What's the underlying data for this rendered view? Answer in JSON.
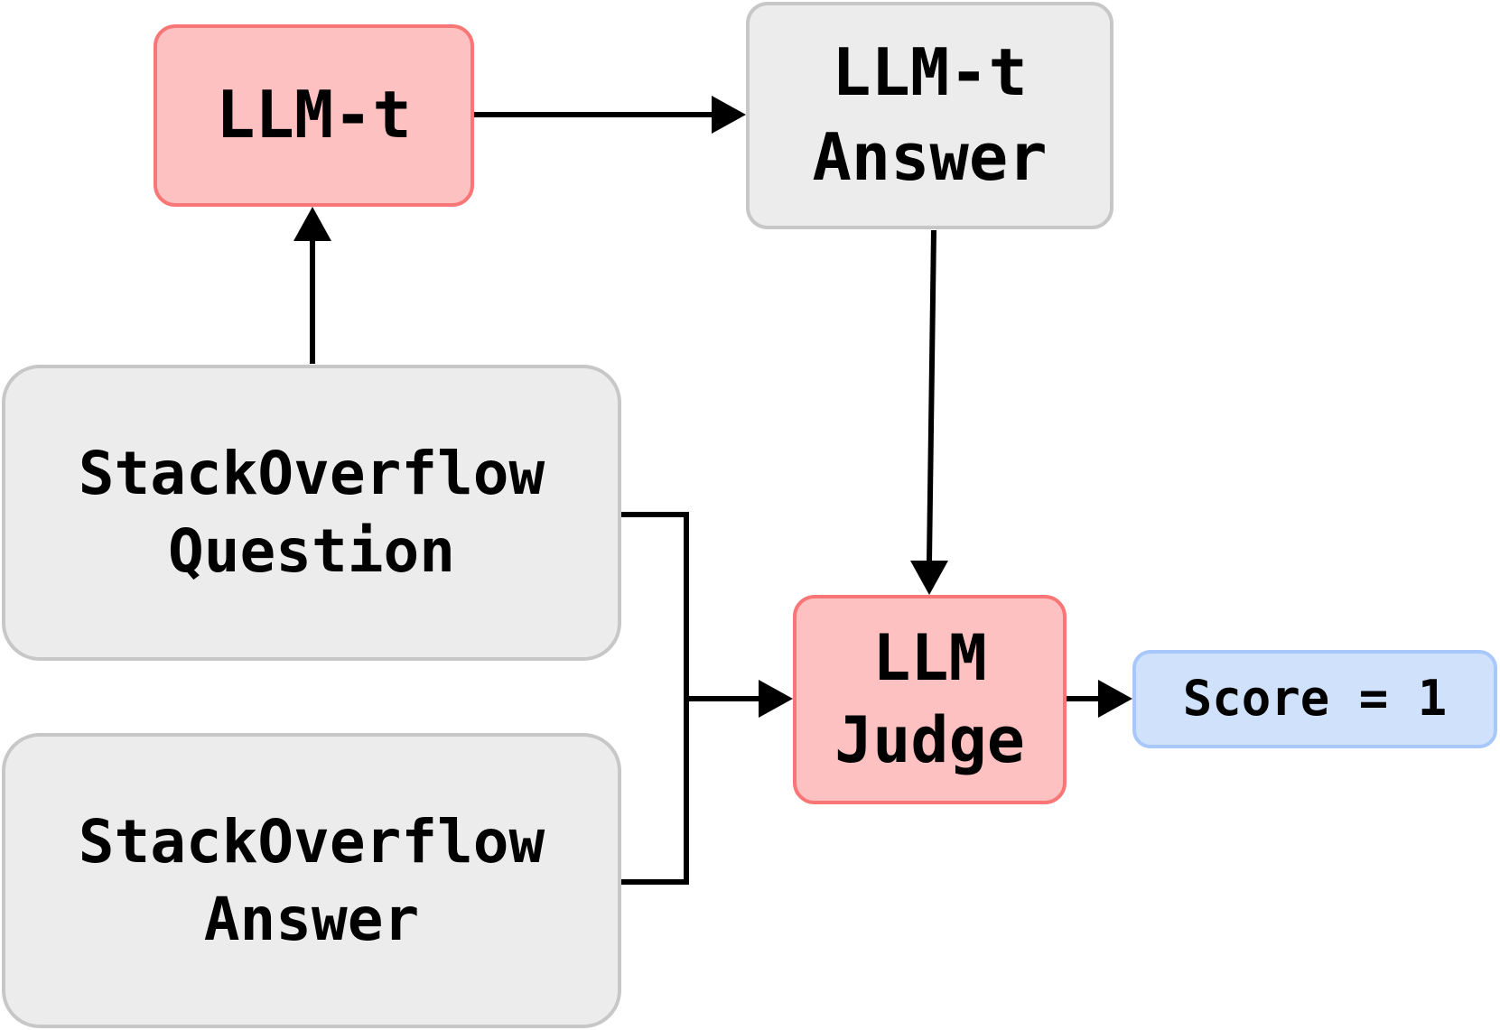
{
  "nodes": {
    "llm_t": {
      "lines": [
        "LLM-t"
      ]
    },
    "llm_t_answer": {
      "lines": [
        "LLM-t",
        "Answer"
      ]
    },
    "so_question": {
      "lines": [
        "StackOverflow",
        "Question"
      ]
    },
    "so_answer": {
      "lines": [
        "StackOverflow",
        "Answer"
      ]
    },
    "llm_judge": {
      "lines": [
        "LLM",
        "Judge"
      ]
    },
    "score": {
      "text": "Score = 1"
    }
  },
  "edges": [
    {
      "from": "so_question",
      "to": "llm_t"
    },
    {
      "from": "llm_t",
      "to": "llm_t_answer"
    },
    {
      "from": "llm_t_answer",
      "to": "llm_judge"
    },
    {
      "from": "so_question",
      "to": "llm_judge"
    },
    {
      "from": "so_answer",
      "to": "llm_judge"
    },
    {
      "from": "llm_judge",
      "to": "score"
    }
  ],
  "colors": {
    "llm_fill": "#fec1c1",
    "llm_border": "#f97677",
    "neutral_fill": "#ececec",
    "neutral_border": "#c7c7c7",
    "score_fill": "#d0e1fc",
    "score_border": "#a8c7fa",
    "edge": "#000000"
  }
}
